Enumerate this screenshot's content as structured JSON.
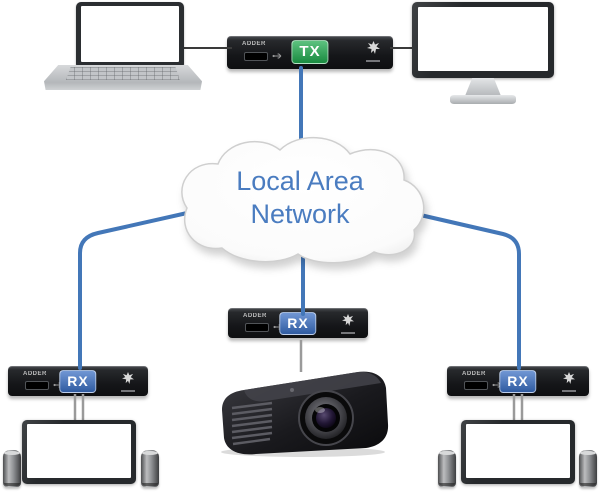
{
  "diagram": {
    "cloud": {
      "line1": "Local Area",
      "line2": "Network"
    },
    "tx": {
      "badge": "TX",
      "brand": "ADDER"
    },
    "rx_left": {
      "badge": "RX",
      "brand": "ADDER"
    },
    "rx_middle": {
      "badge": "RX",
      "brand": "ADDER"
    },
    "rx_right": {
      "badge": "RX",
      "brand": "ADDER"
    },
    "colors": {
      "network_link": "#4377b8",
      "tx_badge": "#1faa4e",
      "rx_badge": "#3a6fc4",
      "cloud_text": "#4a7cc0",
      "av_cable": "#9a9a9a",
      "data_cable": "#3a3a3a"
    }
  }
}
